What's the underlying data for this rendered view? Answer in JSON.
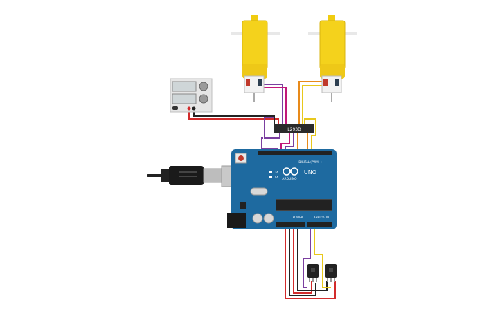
{
  "components": {
    "driver_chip": {
      "label": "L293D"
    },
    "arduino": {
      "brand": "ARDUINO",
      "model": "UNO",
      "header_digital": "DIGITAL (PWM~)",
      "header_power": "POWER",
      "header_analog": "ANALOG IN",
      "pin_tx": "TX",
      "pin_rx": "RX"
    }
  },
  "colors": {
    "motor_body": "#f4d21c",
    "board": "#1e6aa0",
    "wire_red": "#d22b2b",
    "wire_black": "#222222",
    "wire_purple": "#7b3fa0",
    "wire_orange": "#e88a1a",
    "wire_yellow": "#e8c81c",
    "wire_magenta": "#c2187a"
  }
}
